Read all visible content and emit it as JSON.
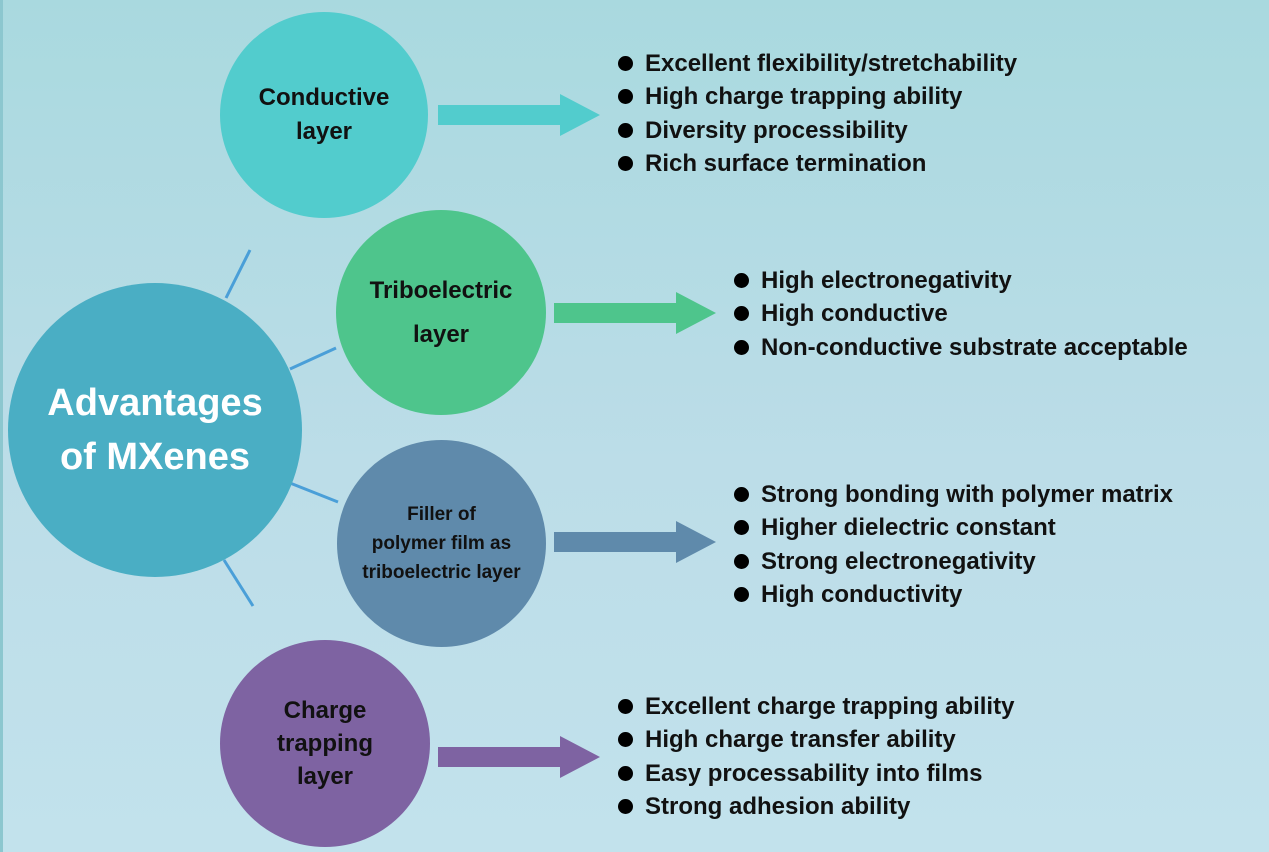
{
  "center": {
    "line1": "Advantages",
    "line2": "of MXenes",
    "color": "#4aaec4"
  },
  "nodes": [
    {
      "lines": [
        "Conductive",
        "layer"
      ],
      "color": "#52cccd",
      "items": [
        "Excellent flexibility/stretchability",
        "High charge trapping ability",
        "Diversity processibility",
        "Rich surface termination"
      ]
    },
    {
      "lines": [
        "Triboelectric",
        "layer"
      ],
      "color": "#4ec58c",
      "items": [
        "High electronegativity",
        "High conductive",
        "Non-conductive substrate acceptable"
      ]
    },
    {
      "lines": [
        "Filler of",
        "polymer film as",
        "triboelectric layer"
      ],
      "color": "#5f8aab",
      "items": [
        "Strong bonding with polymer matrix",
        "Higher dielectric constant",
        "Strong electronegativity",
        "High conductivity"
      ]
    },
    {
      "lines": [
        "Charge",
        "trapping",
        "layer"
      ],
      "color": "#7e63a2",
      "items": [
        "Excellent charge trapping ability",
        "High charge transfer ability",
        "Easy processability into films",
        "Strong adhesion ability"
      ]
    }
  ],
  "connector_color": "#4a9fd8"
}
